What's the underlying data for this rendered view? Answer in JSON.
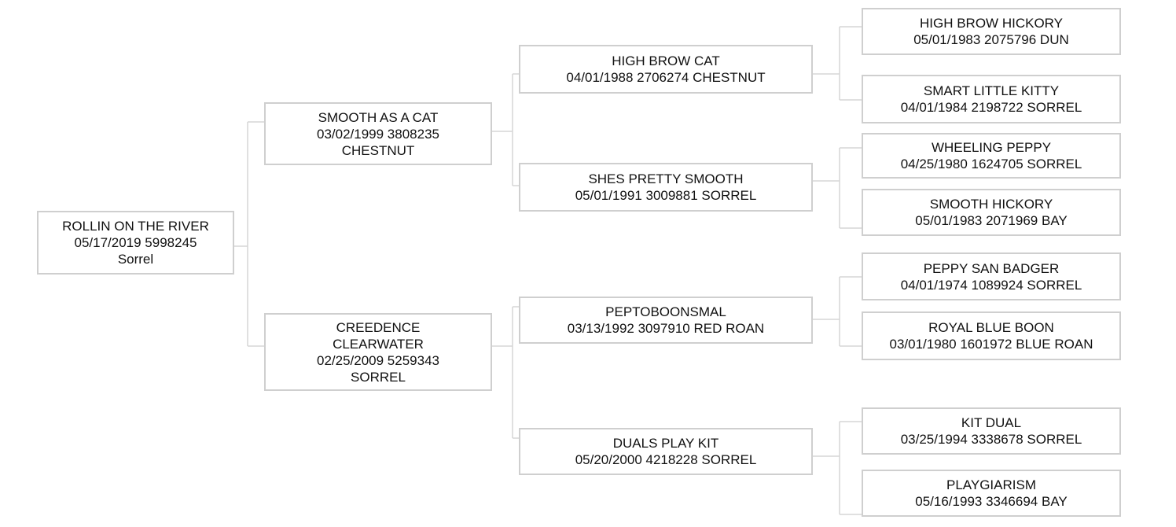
{
  "horse": {
    "lines": [
      "ROLLIN ON THE RIVER",
      "05/17/2019 5998245",
      "Sorrel"
    ]
  },
  "sire": {
    "lines": [
      "SMOOTH AS A CAT",
      "03/02/1999 3808235",
      "CHESTNUT"
    ]
  },
  "dam": {
    "lines": [
      "CREEDENCE",
      "CLEARWATER",
      "02/25/2009 5259343",
      "SORREL"
    ]
  },
  "sire_sire": {
    "lines": [
      "HIGH BROW CAT",
      "04/01/1988 2706274 CHESTNUT"
    ]
  },
  "sire_dam": {
    "lines": [
      "SHES PRETTY SMOOTH",
      "05/01/1991 3009881 SORREL"
    ]
  },
  "dam_sire": {
    "lines": [
      "PEPTOBOONSMAL",
      "03/13/1992 3097910 RED ROAN"
    ]
  },
  "dam_dam": {
    "lines": [
      "DUALS PLAY KIT",
      "05/20/2000 4218228 SORREL"
    ]
  },
  "sss": {
    "lines": [
      "HIGH BROW HICKORY",
      "05/01/1983 2075796 DUN"
    ]
  },
  "ssd": {
    "lines": [
      "SMART LITTLE KITTY",
      "04/01/1984 2198722 SORREL"
    ]
  },
  "sds": {
    "lines": [
      "WHEELING PEPPY",
      "04/25/1980 1624705 SORREL"
    ]
  },
  "sdd": {
    "lines": [
      "SMOOTH HICKORY",
      "05/01/1983 2071969 BAY"
    ]
  },
  "dss": {
    "lines": [
      "PEPPY SAN BADGER",
      "04/01/1974 1089924 SORREL"
    ]
  },
  "dsd": {
    "lines": [
      "ROYAL BLUE BOON",
      "03/01/1980 1601972 BLUE ROAN"
    ]
  },
  "dds": {
    "lines": [
      "KIT DUAL",
      "03/25/1994 3338678 SORREL"
    ]
  },
  "ddd": {
    "lines": [
      "PLAYGIARISM",
      "05/16/1993 3346694 BAY"
    ]
  }
}
